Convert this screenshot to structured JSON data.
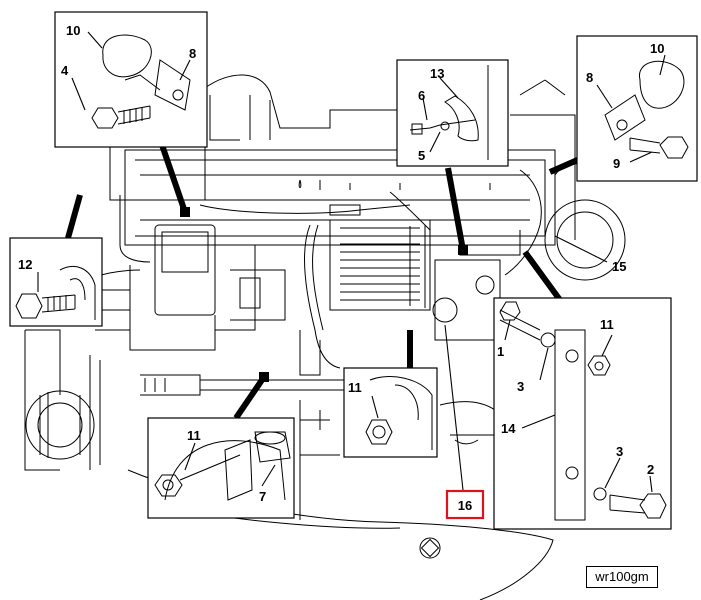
{
  "figure_ref": "wr100gm",
  "highlight_color": "#e0121b",
  "callouts": {
    "top_left_10": "10",
    "top_left_8": "8",
    "top_left_4": "4",
    "top_center_13": "13",
    "top_center_6": "6",
    "top_center_5": "5",
    "top_right_10": "10",
    "top_right_8": "8",
    "top_right_9": "9",
    "left_12": "12",
    "right_15": "15",
    "right_11": "11",
    "right_1": "1",
    "right_3_top": "3",
    "right_14": "14",
    "right_3_bottom": "3",
    "right_2": "2",
    "mid_11": "11",
    "bottom_left_11": "11",
    "bottom_left_7": "7",
    "highlighted_16": "16"
  }
}
